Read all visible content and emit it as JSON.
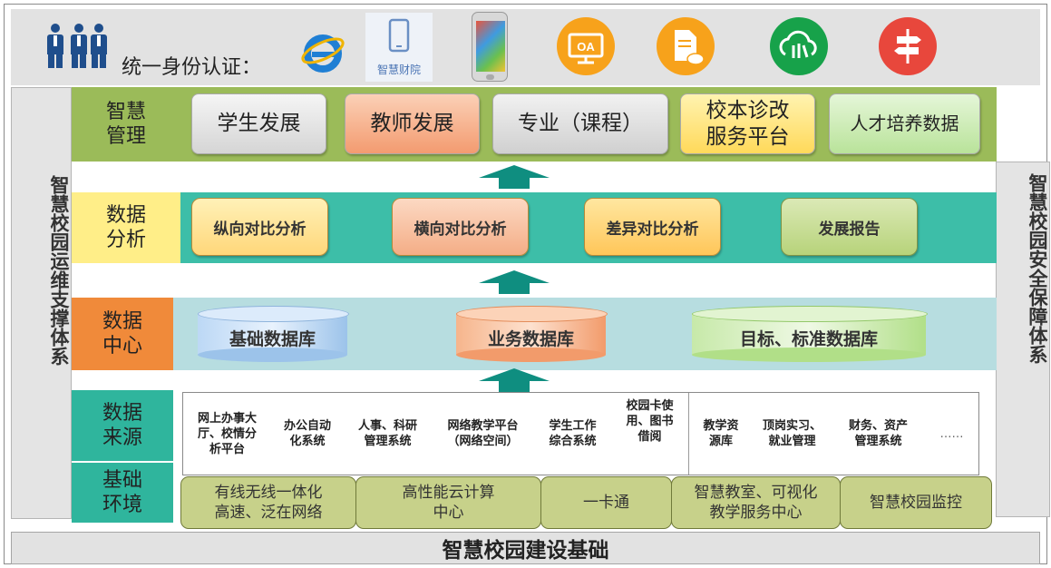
{
  "header": {
    "auth_label": "统一身份认证：",
    "apps": [
      {
        "name": "ie-browser-icon"
      },
      {
        "name": "smart-finance-app-icon",
        "label": "智慧财院"
      },
      {
        "name": "mobile-phone-icon"
      },
      {
        "name": "oa-icon",
        "label": "OA"
      },
      {
        "name": "document-cloud-icon"
      },
      {
        "name": "cloud-library-icon"
      },
      {
        "name": "signpost-icon"
      }
    ]
  },
  "left_side": {
    "label": "智慧校园运维支撑体系"
  },
  "right_side": {
    "label": "智慧校园安全保障体系"
  },
  "management": {
    "label": "智慧\n管理",
    "items": [
      "学生发展",
      "教师发展",
      "专业（课程）",
      "校本诊改\n服务平台",
      "人才培养数据"
    ]
  },
  "analysis": {
    "label": "数据\n分析",
    "items": [
      "纵向对比分析",
      "横向对比分析",
      "差异对比分析",
      "发展报告"
    ]
  },
  "data_center": {
    "label": "数据\n中心",
    "items": [
      "基础数据库",
      "业务数据库",
      "目标、标准数据库"
    ]
  },
  "data_source": {
    "label": "数据\n来源",
    "items": [
      "网上办事大\n厅、校情分\n析平台",
      "办公自动\n化系统",
      "人事、科研\n管理系统",
      "网络教学平台\n（网络空间）",
      "学生工作\n综合系统",
      "校园卡使\n用、图书\n借阅",
      "教学资\n源库",
      "顶岗实习、\n就业管理",
      "财务、资产\n管理系统",
      "……"
    ]
  },
  "infrastructure": {
    "label": "基础\n环境",
    "items": [
      "有线无线一体化\n高速、泛在网络",
      "高性能云计算\n中心",
      "一卡通",
      "智慧教室、可视化\n教学服务中心",
      "智慧校园监控"
    ]
  },
  "footer": {
    "label": "智慧校园建设基础"
  },
  "colors": {
    "management_row": "#9bbb59",
    "analysis_row": "#3dbea8",
    "center_row": "#b7dde0",
    "source_label": "#2fb59d",
    "center_label": "#f08a3a",
    "analysis_label": "#ffee88",
    "arrow": "#0f8e80"
  }
}
